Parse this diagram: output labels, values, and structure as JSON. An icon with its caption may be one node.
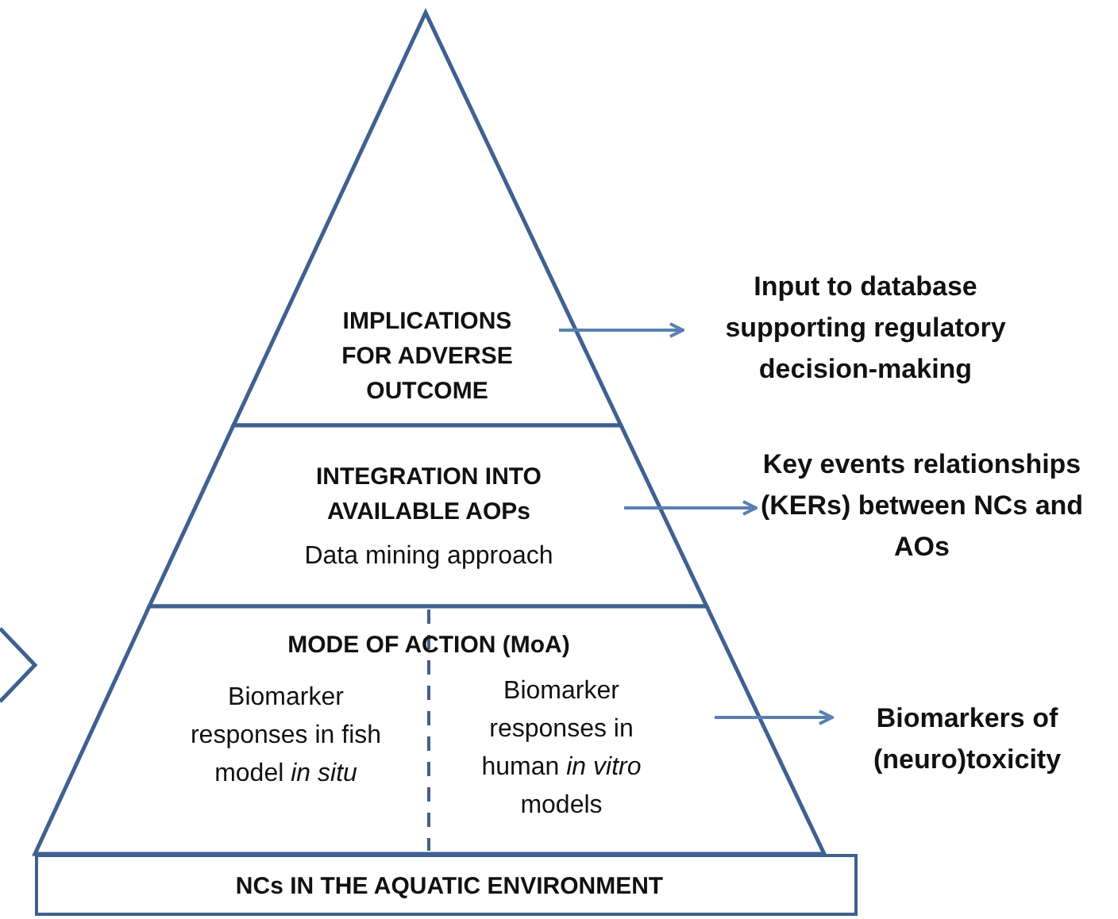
{
  "diagram": {
    "nodes": [
      {
        "text": [
          "IMPLICATIONS FOR ADVERSE OUTCOME"
        ]
      },
      {
        "text": [
          "INTEGRATION INTO AVAILABLE AOPs",
          "Data mining approach"
        ]
      },
      {
        "text": [
          "MODE OF ACTION (MoA)"
        ]
      },
      {
        "text": [
          "Biomarker responses in fish model *in situ*"
        ],
        "in": 2
      },
      {
        "text": [
          "Biomarker responses in human *in vitro* models"
        ],
        "in": 2
      },
      {
        "text": [
          "NCs IN THE AQUATIC ENVIRONMENT"
        ]
      },
      {
        "text": [
          "Input to database supporting regulatory decision-making"
        ]
      },
      {
        "text": [
          "Key events relationships (KERs) between NCs and AOs"
        ]
      },
      {
        "text": [
          "Biomarkers of (neuro)toxicity"
        ]
      }
    ],
    "edges": [
      {
        "from": 0,
        "to": 6,
        "arrow": "to"
      },
      {
        "from": 1,
        "to": 7,
        "arrow": "to"
      },
      {
        "from": 4,
        "to": 8,
        "arrow": "to"
      }
    ]
  }
}
